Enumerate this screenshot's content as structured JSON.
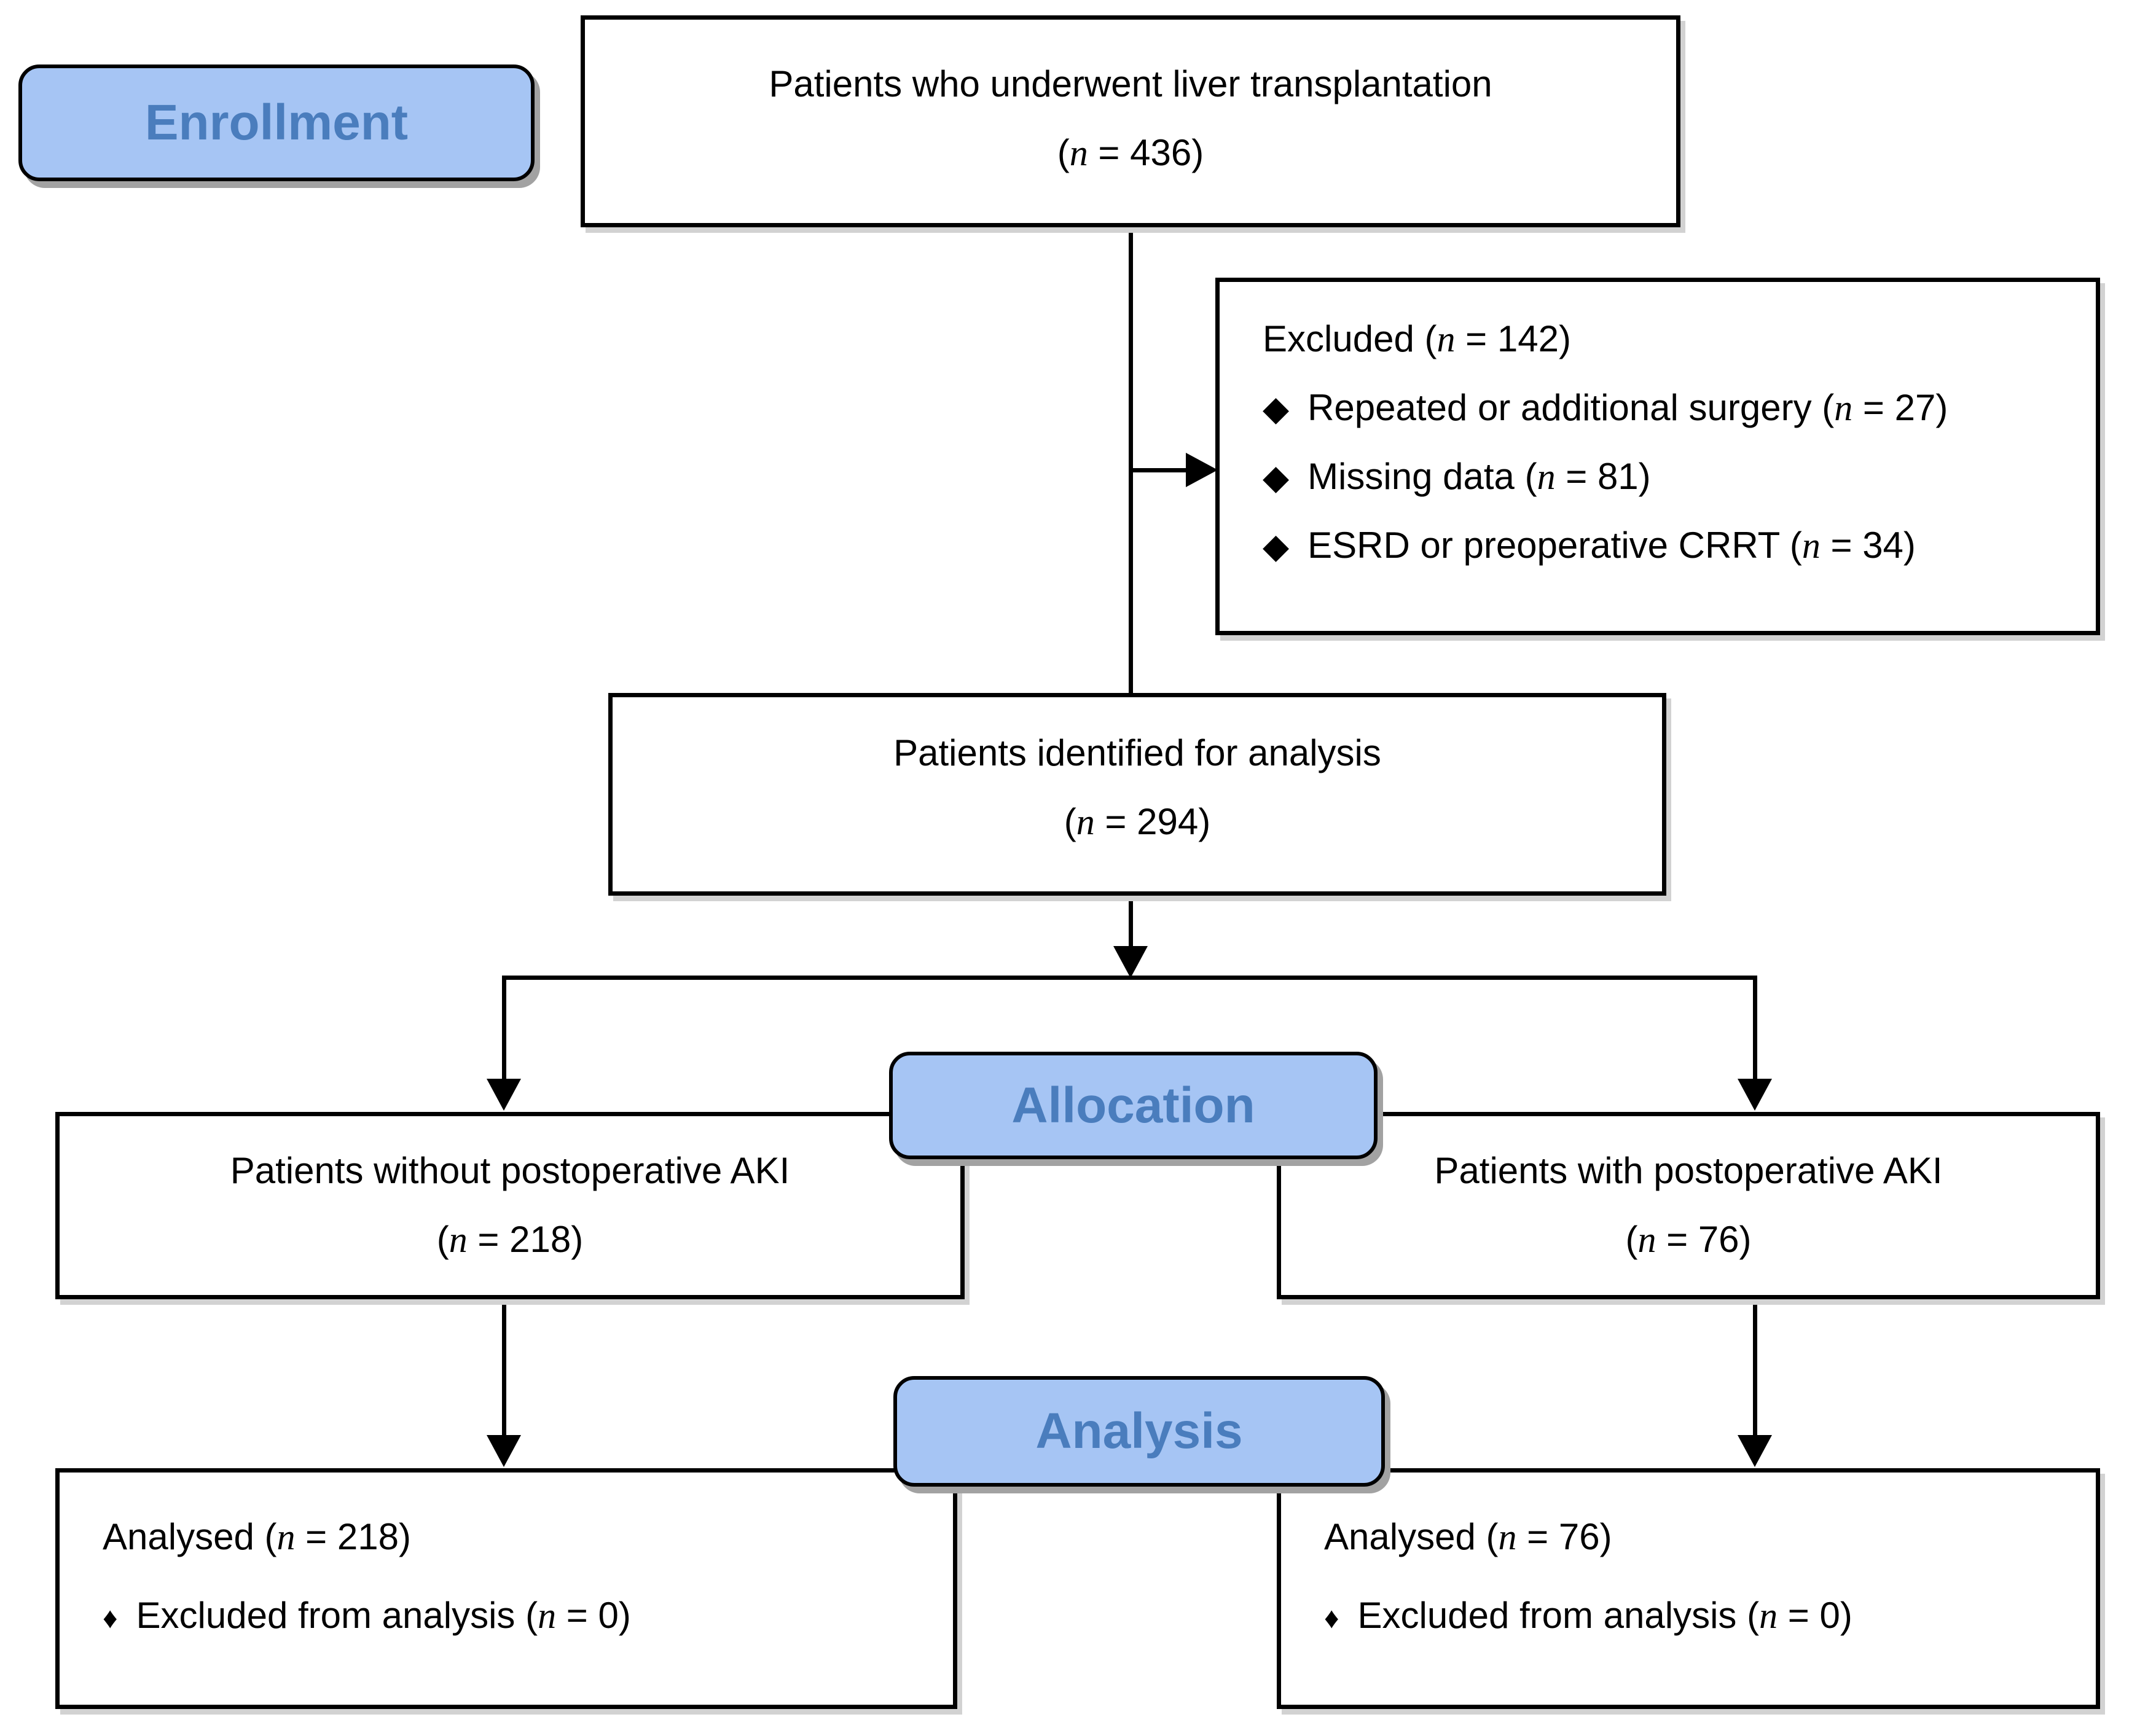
{
  "stage_badges": {
    "enrollment": "Enrollment",
    "allocation": "Allocation",
    "analysis": "Analysis"
  },
  "sym": {
    "open_paren": "(",
    "n": "n"
  },
  "boxes": {
    "enrolled": {
      "title": "Patients who underwent liver transplantation",
      "n_rest": " = 436)"
    },
    "excluded": {
      "title": "Excluded ",
      "n_rest": " = 142)",
      "items": [
        {
          "bullet": "◆",
          "text": "Repeated or additional surgery ",
          "n_rest": " = 27)"
        },
        {
          "bullet": "◆",
          "text": "Missing data ",
          "n_rest": " = 81)"
        },
        {
          "bullet": "◆",
          "text": "ESRD or preoperative CRRT ",
          "n_rest": " = 34)"
        }
      ]
    },
    "identified": {
      "title": "Patients identified for analysis",
      "n_rest": " = 294)"
    },
    "alloc_no_aki": {
      "title": "Patients without postoperative AKI",
      "n_rest": " = 218)"
    },
    "alloc_aki": {
      "title": "Patients with postoperative AKI",
      "n_rest": " = 76)"
    },
    "analysed_no_aki": {
      "title": "Analysed ",
      "n_rest": " = 218)",
      "items": [
        {
          "bullet": "♦",
          "text": "Excluded from analysis ",
          "n_rest": " = 0)"
        }
      ]
    },
    "analysed_aki": {
      "title": "Analysed ",
      "n_rest": " = 76)",
      "items": [
        {
          "bullet": "♦",
          "text": "Excluded from analysis ",
          "n_rest": " = 0)"
        }
      ]
    }
  },
  "colors": {
    "badge_fill": "#a6c5f4",
    "badge_text": "#4a7dbd",
    "box_border": "#000000",
    "line": "#000000"
  }
}
